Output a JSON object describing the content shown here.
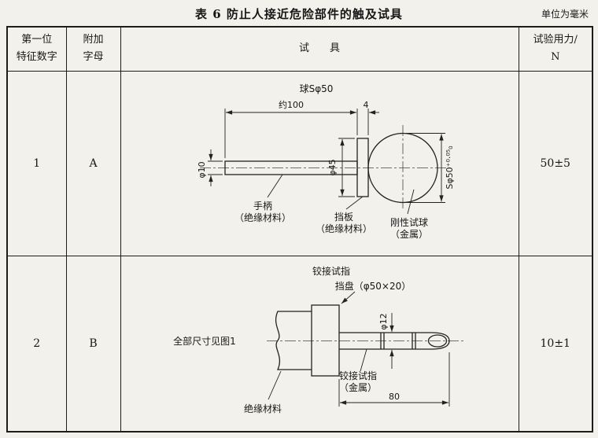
{
  "page": {
    "title": "表 6  防止人接近危险部件的触及试具",
    "unit_note": "单位为毫米"
  },
  "table": {
    "headers": {
      "col1_line1": "第一位",
      "col1_line2": "特征数字",
      "col2_line1": "附加",
      "col2_line2": "字母",
      "col3": "试　　具",
      "col4_line1": "试验用力/",
      "col4_line2": "N"
    },
    "rows": [
      {
        "digit": "1",
        "letter": "A",
        "force": "50±5",
        "drawing": {
          "ball_label": "球Sφ50",
          "dim_length": "约100",
          "dim_thickness": "4",
          "dim_handle_dia": "φ10",
          "dim_baffle_dia": "φ45",
          "dim_sphere_dia": "Sφ50⁺⁰·⁰⁵₀",
          "handle_label_1": "手柄",
          "handle_label_2": "（绝缘材料）",
          "baffle_label_1": "挡板",
          "baffle_label_2": "（绝缘材料）",
          "sphere_label_1": "刚性试球",
          "sphere_label_2": "（金属）"
        }
      },
      {
        "digit": "2",
        "letter": "B",
        "force": "10±1",
        "drawing": {
          "finger_title": "铰接试指",
          "stop_plate_label": "挡盘（φ50×20）",
          "dim_finger_dia": "φ12",
          "see_figure_note": "全部尺寸见图1",
          "insulation_label": "绝缘材料",
          "finger_label_1": "铰接试指",
          "finger_label_2": "（金属）",
          "dim_length": "80"
        }
      }
    ]
  }
}
